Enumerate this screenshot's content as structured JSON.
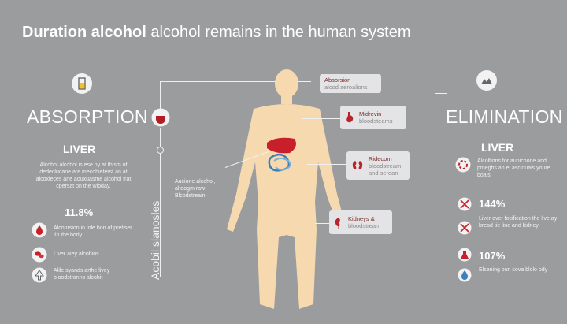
{
  "title": {
    "bold": "Duration alcohol",
    "rest": " alcohol remains in the human system"
  },
  "left": {
    "heading": "ABSORPTION",
    "subheading": "LIVER",
    "description": "Alcohol alcohol is ese ny at thism of dedeclucane are mecohieterst an at alcoxieces ane aouxuasme alcohol frat cpersat on the wibday.",
    "stat": "11.8%",
    "items": [
      {
        "icon": "blood-drop-icon",
        "text": "Alconrsion in lole bon of pretiser tin the body"
      },
      {
        "icon": "red-cells-icon",
        "text": "Liver aiey alcohins"
      },
      {
        "icon": "arrow-up-icon",
        "text": "Alile syands arthe livey bloodstranns alcohit"
      }
    ]
  },
  "center": {
    "vertical_label": "Acobil slanosles",
    "body_note": "Aucione alcohol, alteogm raw Blcodstreain",
    "callouts": [
      {
        "icon": "",
        "line1": "Absorsion",
        "line2": "alcod aeroalions"
      },
      {
        "icon": "stomach-icon",
        "line1": "Midrevin",
        "line2": "bloodsteams"
      },
      {
        "icon": "kidney-icon",
        "line1": "Ridecom",
        "line2": "bloodstream and serean"
      },
      {
        "icon": "kidney-small-icon",
        "line1": "Kidneys &",
        "line2": "bloodstream"
      }
    ]
  },
  "right": {
    "heading": "ELIMINATION",
    "subheading": "LIVER",
    "items": [
      {
        "icon": "liver-enzymes-icon",
        "text": "Alcoltions for aunichone and pmeghs an el asclouals youre boals",
        "stat": ""
      },
      {
        "icon": "no-alcohol-icon",
        "text": "",
        "stat": "144%"
      },
      {
        "icon": "no-drink-icon",
        "text": "Liver over focification the live ay bread tie line and kidney",
        "stat": ""
      },
      {
        "icon": "flask-icon",
        "text": "",
        "stat": "107%"
      },
      {
        "icon": "water-drop-icon",
        "text": "Elsening oun sova blolo ody",
        "stat": ""
      }
    ]
  },
  "colors": {
    "background": "#9a9c9e",
    "body": "#f6d9ae",
    "accent_red": "#c8202a",
    "accent_blue": "#3d7fb8"
  }
}
